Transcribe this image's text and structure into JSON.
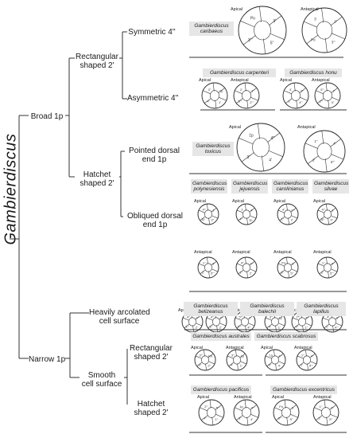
{
  "genus": "Gambierdiscus",
  "branches": {
    "broad": "Broad 1p",
    "narrow": "Narrow 1p",
    "rect_1": "Rectangular",
    "rect_2": "shaped 2'",
    "hatchet_1": "Hatchet",
    "hatchet_2": "shaped 2'",
    "sym": "Symmetric 4''",
    "asym": "Asymmetric 4''",
    "pointed_1": "Pointed dorsal",
    "pointed_2": "end 1p",
    "obliq_1": "Obliqued dorsal",
    "obliq_2": "end 1p",
    "heavy_1": "Heavily arcolated",
    "heavy_2": "cell surface",
    "smooth_1": "Smooth",
    "smooth_2": "cell surface",
    "nrect_1": "Rectangular",
    "nrect_2": "shaped 2'",
    "nhatch_1": "Hatchet",
    "nhatch_2": "shaped 2'"
  },
  "species": {
    "caribaeus": "Gambierdiscus caribaeus",
    "carpenteri": "Gambierdiscus carpenteri",
    "honu": "Gambierdiscus honu",
    "toxicus": "Gambierdiscus toxicus",
    "polynesiensis": "Gambierdiscus polynesiensis",
    "jejuensis": "Gambierdiscus jejuensis",
    "carolinianus": "Gambierdiscus carolinianus",
    "silvae": "Gambierdiscus silvae",
    "belizeanus": "Gambierdiscus belizeanus",
    "balechii": "Gambierdiscus balechii",
    "lapillus": "Gambierdiscus lapillus",
    "australes": "Gambierdiscus australes",
    "scabrosus": "Gambierdiscus scabrosus",
    "pacificus": "Gambierdiscus pacificus",
    "excentricus": "Gambierdiscus excentricus"
  },
  "views": {
    "apical": "Apical",
    "antapical": "Antapical"
  },
  "plate_labels": [
    "1'",
    "2'",
    "3'",
    "4'",
    "1''",
    "2''",
    "3''",
    "4''",
    "5''",
    "1p",
    "2'''",
    "3'''",
    "4'''",
    "5'''",
    "Po"
  ]
}
